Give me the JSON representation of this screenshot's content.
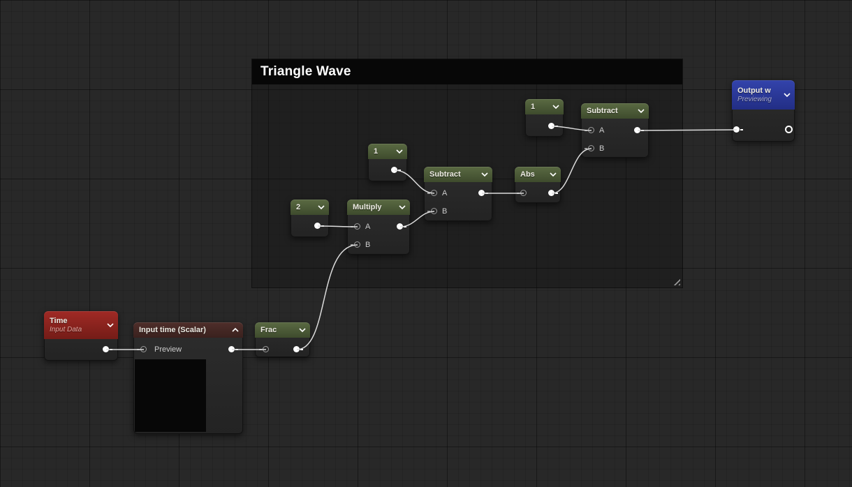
{
  "comment": {
    "title": "Triangle Wave"
  },
  "nodes": {
    "time": {
      "title": "Time",
      "subtitle": "Input Data"
    },
    "input_time": {
      "title": "Input time (Scalar)",
      "preview_label": "Preview"
    },
    "frac": {
      "title": "Frac"
    },
    "const_2": {
      "label": "2"
    },
    "multiply": {
      "title": "Multiply",
      "pin_a": "A",
      "pin_b": "B"
    },
    "const_1_mid": {
      "label": "1"
    },
    "subtract_mid": {
      "title": "Subtract",
      "pin_a": "A",
      "pin_b": "B"
    },
    "abs": {
      "title": "Abs"
    },
    "const_1_top": {
      "label": "1"
    },
    "subtract_top": {
      "title": "Subtract",
      "pin_a": "A",
      "pin_b": "B"
    },
    "output": {
      "title": "Output w",
      "subtitle": "Previewing"
    }
  },
  "connections": [
    {
      "from": "time.out",
      "to": "input_time.preview_in"
    },
    {
      "from": "input_time.preview_out",
      "to": "frac.in"
    },
    {
      "from": "frac.out",
      "to": "multiply.B"
    },
    {
      "from": "const_2.out",
      "to": "multiply.A"
    },
    {
      "from": "multiply.out",
      "to": "subtract_mid.B"
    },
    {
      "from": "const_1_mid.out",
      "to": "subtract_mid.A"
    },
    {
      "from": "subtract_mid.out",
      "to": "abs.in"
    },
    {
      "from": "abs.out",
      "to": "subtract_top.B"
    },
    {
      "from": "const_1_top.out",
      "to": "subtract_top.A"
    },
    {
      "from": "subtract_top.out",
      "to": "output.in"
    }
  ],
  "colors": {
    "background": "#282828",
    "math_header": "#55663f",
    "time_header": "#9b2423",
    "data_header": "#4a2b27",
    "output_header": "#2c3ba2",
    "wire": "#dcdcdc",
    "comment_header": "#070707"
  }
}
